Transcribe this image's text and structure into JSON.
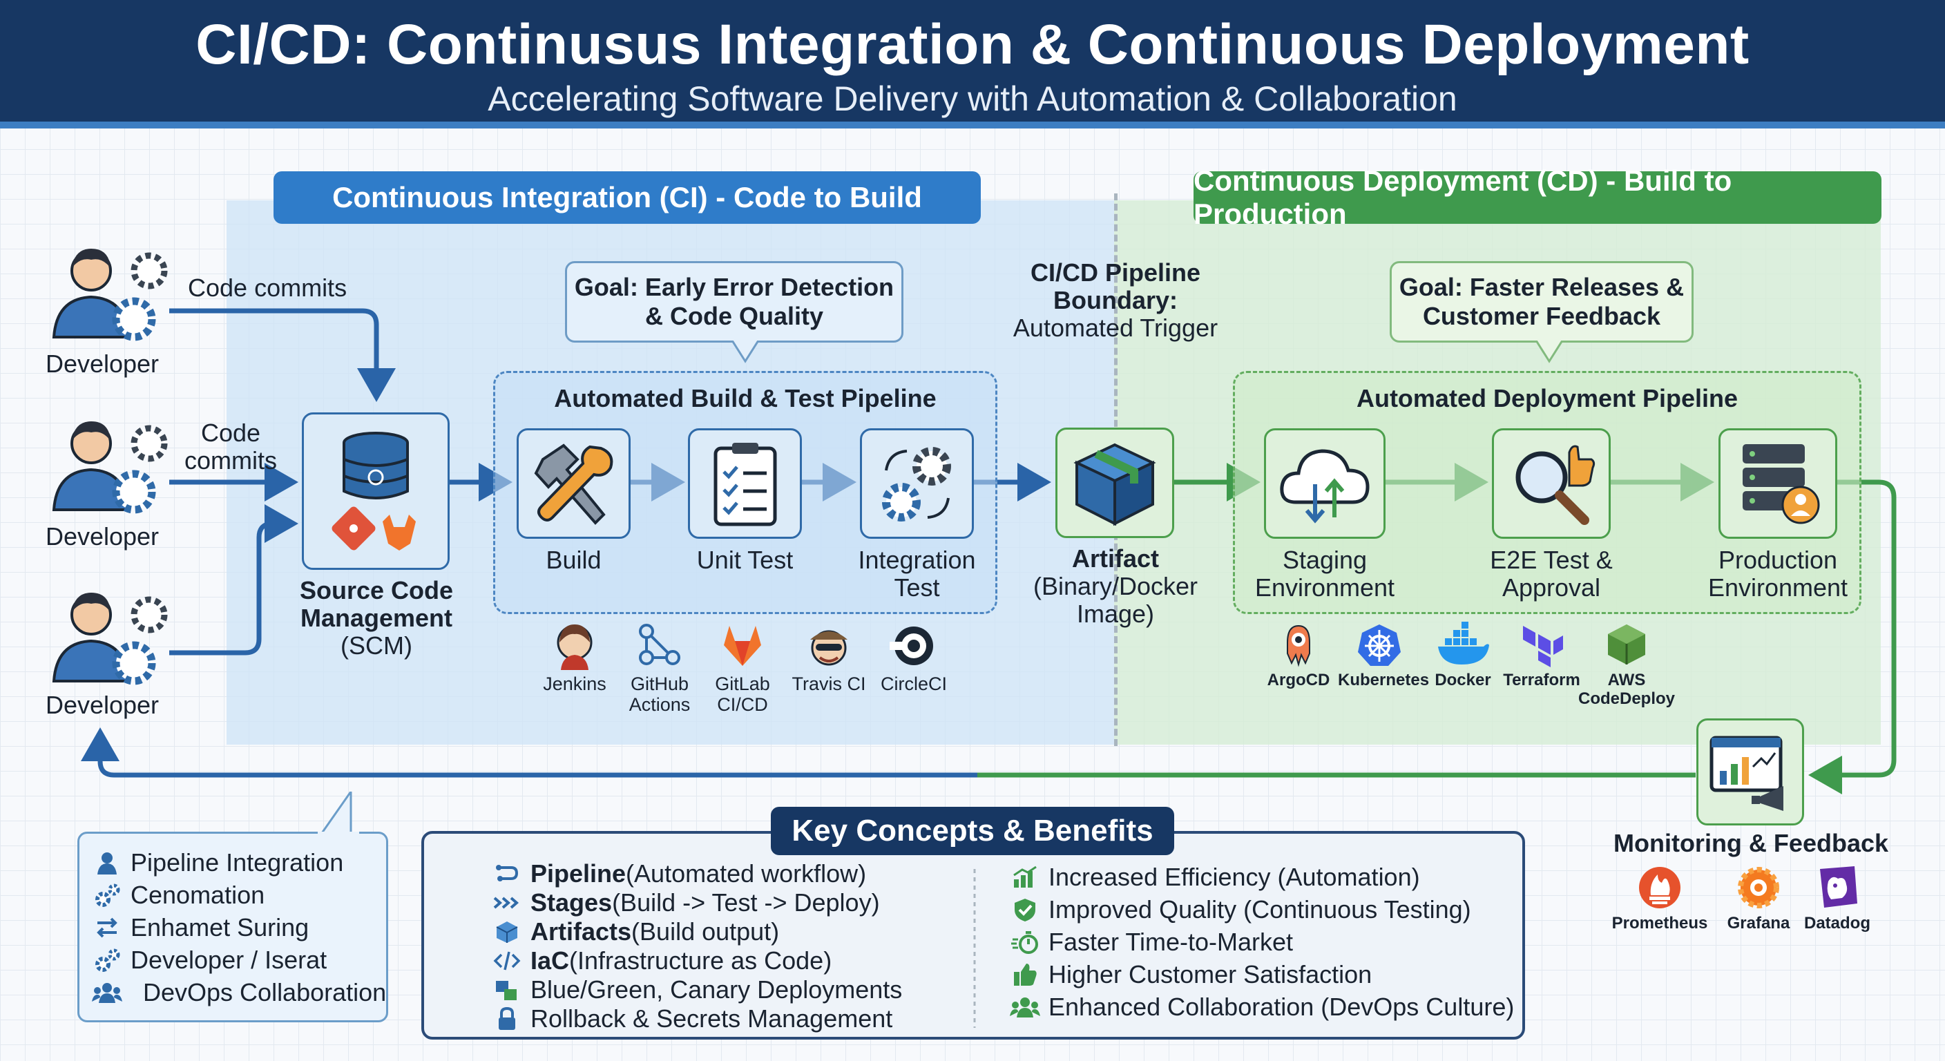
{
  "header": {
    "title": "CI/CD: Continusus Integration & Continuous Deployment",
    "subtitle": "Accelerating Software Delivery with Automation & Collaboration"
  },
  "colors": {
    "navy": "#173763",
    "ci_blue": "#2f7cc9",
    "cd_green": "#3f9a4d",
    "feedback_line": "#2a64a8"
  },
  "ci": {
    "banner": "Continuous Integration (CI) - Code to Build",
    "goal_line1": "Goal: Early Error Detection",
    "goal_line2": "& Code Quality",
    "pipeline_title": "Automated Build & Test Pipeline",
    "stages": [
      {
        "label_line1": "Build",
        "label_line2": "",
        "icon": "hammer-wrench-icon"
      },
      {
        "label_line1": "Unit Test",
        "label_line2": "",
        "icon": "checklist-icon"
      },
      {
        "label_line1": "Integration",
        "label_line2": "Test",
        "icon": "gears-icon"
      }
    ],
    "tools": [
      {
        "line1": "Jenkins",
        "line2": "",
        "icon": "jenkins-icon"
      },
      {
        "line1": "GitHub",
        "line2": "Actions",
        "icon": "github-actions-icon"
      },
      {
        "line1": "GitLab",
        "line2": "CI/CD",
        "icon": "gitlab-icon"
      },
      {
        "line1": "Travis CI",
        "line2": "",
        "icon": "travis-ci-icon"
      },
      {
        "line1": "CircleCI",
        "line2": "",
        "icon": "circleci-icon"
      }
    ]
  },
  "developers": [
    {
      "label": "Developer",
      "commit_line1": "Code commits",
      "commit_line2": ""
    },
    {
      "label": "Developer",
      "commit_line1": "Code",
      "commit_line2": "commits"
    },
    {
      "label": "Developer",
      "commit_line1": "",
      "commit_line2": ""
    }
  ],
  "scm": {
    "line1": "Source Code",
    "line2": "Management",
    "line3": "(SCM)"
  },
  "boundary": {
    "line1": "CI/CD Pipeline",
    "line2": "Boundary:",
    "line3": "Automated Trigger"
  },
  "artifact": {
    "line1": "Artifact",
    "line2": "(Binary/Docker",
    "line3": "Image)"
  },
  "cd": {
    "banner": "Continuous Deployment (CD) - Build to Production",
    "goal_line1": "Goal: Faster Releases &",
    "goal_line2": "Customer Feedback",
    "pipeline_title": "Automated Deployment Pipeline",
    "stages": [
      {
        "label_line1": "Staging",
        "label_line2": "Environment",
        "icon": "cloud-sync-icon"
      },
      {
        "label_line1": "E2E Test &",
        "label_line2": "Approval",
        "icon": "magnifier-thumbs-up-icon"
      },
      {
        "label_line1": "Production",
        "label_line2": "Environment",
        "icon": "server-user-icon"
      }
    ],
    "tools": [
      {
        "line1": "ArgoCD",
        "line2": "",
        "icon": "argocd-icon"
      },
      {
        "line1": "Kubernetes",
        "line2": "",
        "icon": "kubernetes-icon"
      },
      {
        "line1": "Docker",
        "line2": "",
        "icon": "docker-icon"
      },
      {
        "line1": "Terraform",
        "line2": "",
        "icon": "terraform-icon"
      },
      {
        "line1": "AWS",
        "line2": "CodeDeploy",
        "icon": "aws-codedeploy-icon"
      }
    ]
  },
  "monitoring": {
    "title": "Monitoring & Feedback",
    "tools": [
      {
        "label": "Prometheus",
        "icon": "prometheus-icon"
      },
      {
        "label": "Grafana",
        "icon": "grafana-icon"
      },
      {
        "label": "Datadog",
        "icon": "datadog-icon"
      }
    ]
  },
  "legend": {
    "items": [
      {
        "label": "Pipeline Integration",
        "icon": "person-icon"
      },
      {
        "label": "Cenomation",
        "icon": "gears-icon"
      },
      {
        "label": "Enhamet Suring",
        "icon": "swap-arrows-icon"
      },
      {
        "label": "Developer / Iserat",
        "icon": "gears-icon"
      },
      {
        "label": "DevOps Collaboration",
        "icon": "team-icon"
      }
    ]
  },
  "concepts": {
    "title": "Key Concepts & Benefits",
    "left": [
      {
        "term": "Pipeline",
        "desc": " (Automated workflow)",
        "icon": "pipeline-icon"
      },
      {
        "term": "Stages",
        "desc": " (Build -> Test -> Deploy)",
        "icon": "chevrons-icon"
      },
      {
        "term": "Artifacts",
        "desc": " (Build output)",
        "icon": "cube-icon"
      },
      {
        "term": "IaC",
        "desc": " (Infrastructure as Code)",
        "icon": "code-icon"
      },
      {
        "term": "",
        "desc": "Blue/Green, Canary Deployments",
        "icon": "blue-green-icon"
      },
      {
        "term": "",
        "desc": "Rollback & Secrets Management",
        "icon": "lock-icon"
      }
    ],
    "right": [
      {
        "label": "Increased Efficiency (Automation)",
        "icon": "bar-chart-icon"
      },
      {
        "label": "Improved Quality (Continuous Testing)",
        "icon": "shield-check-icon"
      },
      {
        "label": "Faster Time-to-Market",
        "icon": "stopwatch-icon"
      },
      {
        "label": "Higher Customer Satisfaction",
        "icon": "thumbs-up-icon"
      },
      {
        "label": "Enhanced Collaboration (DevOps Culture)",
        "icon": "team-icon"
      }
    ]
  }
}
